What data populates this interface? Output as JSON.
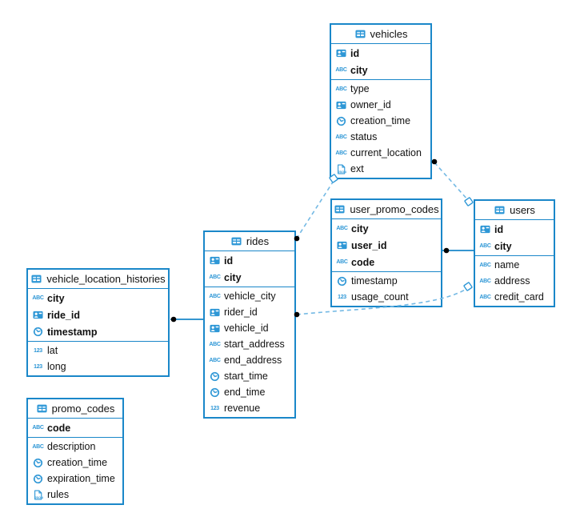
{
  "colors": {
    "table_border": "#1a87c9",
    "icon_blue": "#2e97d6",
    "relation_dashed": "#74b9e4",
    "relation_solid": "#1a87c9",
    "connector_dot": "#000000",
    "text": "#111111",
    "background": "#ffffff"
  },
  "icon_glyphs": {
    "abc": "ABC",
    "num": "123",
    "json_label": "JSON"
  },
  "entities": [
    {
      "title": "vehicles",
      "header_icon": "table-icon",
      "pk": [
        {
          "name": "id",
          "icon": "person-id-icon"
        },
        {
          "name": "city",
          "icon": "text-abc-icon"
        }
      ],
      "cols": [
        {
          "name": "type",
          "icon": "text-abc-icon"
        },
        {
          "name": "owner_id",
          "icon": "person-id-icon"
        },
        {
          "name": "creation_time",
          "icon": "datetime-clock-icon"
        },
        {
          "name": "status",
          "icon": "text-abc-icon"
        },
        {
          "name": "current_location",
          "icon": "text-abc-icon"
        },
        {
          "name": "ext",
          "icon": "json-icon"
        }
      ]
    },
    {
      "title": "user_promo_codes",
      "header_icon": "table-icon",
      "pk": [
        {
          "name": "city",
          "icon": "text-abc-icon"
        },
        {
          "name": "user_id",
          "icon": "person-id-icon"
        },
        {
          "name": "code",
          "icon": "text-abc-icon"
        }
      ],
      "cols": [
        {
          "name": "timestamp",
          "icon": "datetime-clock-icon"
        },
        {
          "name": "usage_count",
          "icon": "number-123-icon"
        }
      ]
    },
    {
      "title": "users",
      "header_icon": "table-icon",
      "pk": [
        {
          "name": "id",
          "icon": "person-id-icon"
        },
        {
          "name": "city",
          "icon": "text-abc-icon"
        }
      ],
      "cols": [
        {
          "name": "name",
          "icon": "text-abc-icon"
        },
        {
          "name": "address",
          "icon": "text-abc-icon"
        },
        {
          "name": "credit_card",
          "icon": "text-abc-icon"
        }
      ]
    },
    {
      "title": "rides",
      "header_icon": "table-icon",
      "pk": [
        {
          "name": "id",
          "icon": "person-id-icon"
        },
        {
          "name": "city",
          "icon": "text-abc-icon"
        }
      ],
      "cols": [
        {
          "name": "vehicle_city",
          "icon": "text-abc-icon"
        },
        {
          "name": "rider_id",
          "icon": "person-id-icon"
        },
        {
          "name": "vehicle_id",
          "icon": "person-id-icon"
        },
        {
          "name": "start_address",
          "icon": "text-abc-icon"
        },
        {
          "name": "end_address",
          "icon": "text-abc-icon"
        },
        {
          "name": "start_time",
          "icon": "datetime-clock-icon"
        },
        {
          "name": "end_time",
          "icon": "datetime-clock-icon"
        },
        {
          "name": "revenue",
          "icon": "number-123-icon"
        }
      ]
    },
    {
      "title": "vehicle_location_histories",
      "header_icon": "table-icon",
      "pk": [
        {
          "name": "city",
          "icon": "text-abc-icon"
        },
        {
          "name": "ride_id",
          "icon": "person-id-icon"
        },
        {
          "name": "timestamp",
          "icon": "datetime-clock-icon"
        }
      ],
      "cols": [
        {
          "name": "lat",
          "icon": "number-123-icon"
        },
        {
          "name": "long",
          "icon": "number-123-icon"
        }
      ]
    },
    {
      "title": "promo_codes",
      "header_icon": "table-icon",
      "pk": [
        {
          "name": "code",
          "icon": "text-abc-icon"
        }
      ],
      "cols": [
        {
          "name": "description",
          "icon": "text-abc-icon"
        },
        {
          "name": "creation_time",
          "icon": "datetime-clock-icon"
        },
        {
          "name": "expiration_time",
          "icon": "datetime-clock-icon"
        },
        {
          "name": "rules",
          "icon": "json-icon"
        }
      ]
    }
  ],
  "relations": [
    {
      "from": "rides",
      "from_marker": "dot",
      "to": "vehicles",
      "to_marker": "diamond",
      "style": "dashed"
    },
    {
      "from": "vehicles",
      "from_marker": "dot",
      "to": "users",
      "to_marker": "diamond",
      "style": "dashed"
    },
    {
      "from": "rides",
      "from_marker": "dot",
      "to": "users",
      "to_marker": "diamond",
      "style": "dashed"
    },
    {
      "from": "vehicle_location_histories",
      "from_marker": "dot",
      "to": "rides",
      "to_marker": "none",
      "style": "solid"
    },
    {
      "from": "user_promo_codes",
      "from_marker": "dot",
      "to": "users",
      "to_marker": "none",
      "style": "solid"
    }
  ]
}
